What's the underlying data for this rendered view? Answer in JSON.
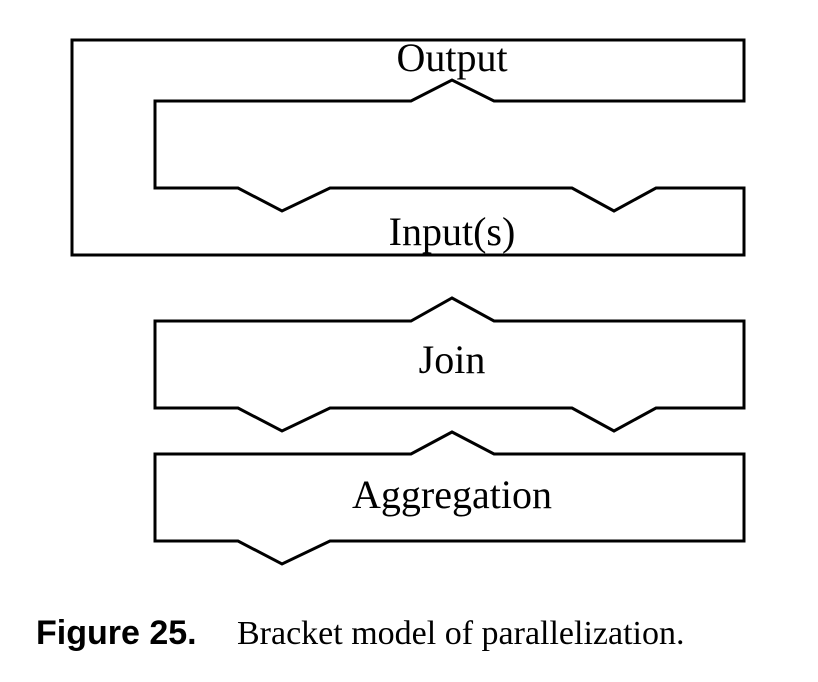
{
  "diagram": {
    "operators": {
      "output": "Output",
      "inputs": "Input(s)",
      "join": "Join",
      "aggregation": "Aggregation"
    },
    "caption": {
      "label": "Figure 25.",
      "text": "Bracket model of parallelization."
    }
  }
}
